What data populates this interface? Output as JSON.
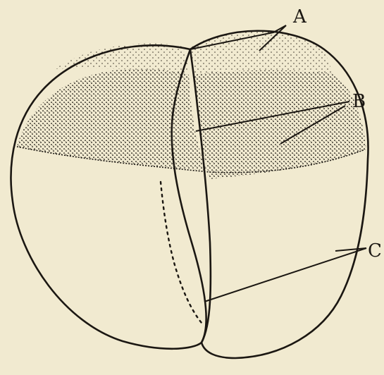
{
  "figure": {
    "background_color": "#f1ead0",
    "ink_color": "#1b1712",
    "labels": {
      "a": "A",
      "b": "B",
      "c": "C"
    }
  }
}
